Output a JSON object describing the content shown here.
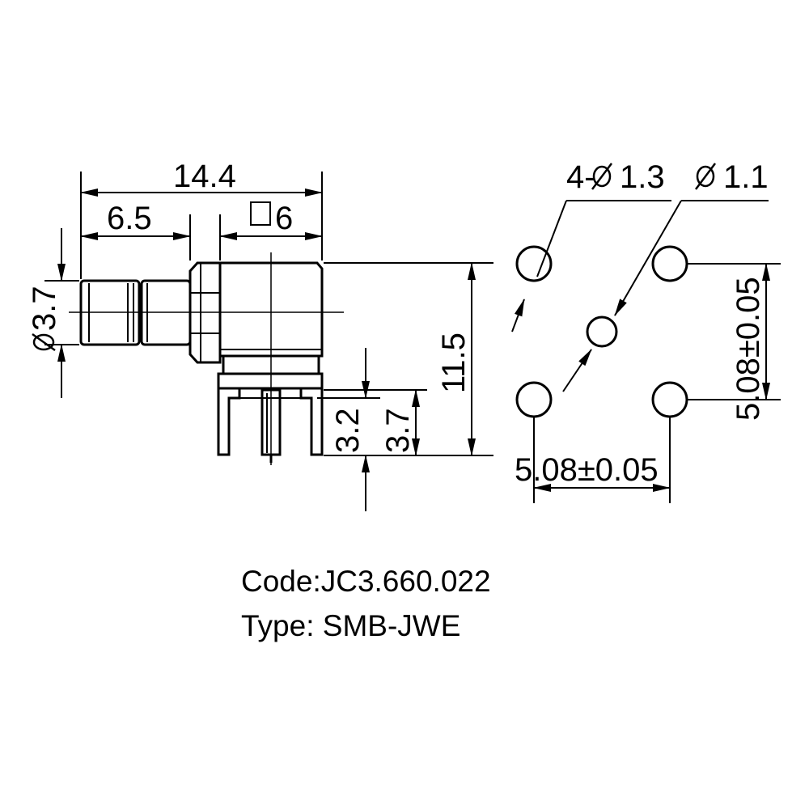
{
  "dimensions": {
    "overall_length": "14.4",
    "plug_length": "6.5",
    "body_square": "6",
    "plug_diameter": "3.7",
    "height": "11.5",
    "pin_height": "3.2",
    "leg_height": "3.7",
    "mount_holes": "4-",
    "mount_hole_dia": "1.3",
    "center_hole_dia": "1.1",
    "pitch_vertical": "5.08±0.05",
    "pitch_horizontal": "5.08±0.05"
  },
  "caption": {
    "code": "Code:JC3.660.022",
    "type": "Type: SMB-JWE"
  }
}
